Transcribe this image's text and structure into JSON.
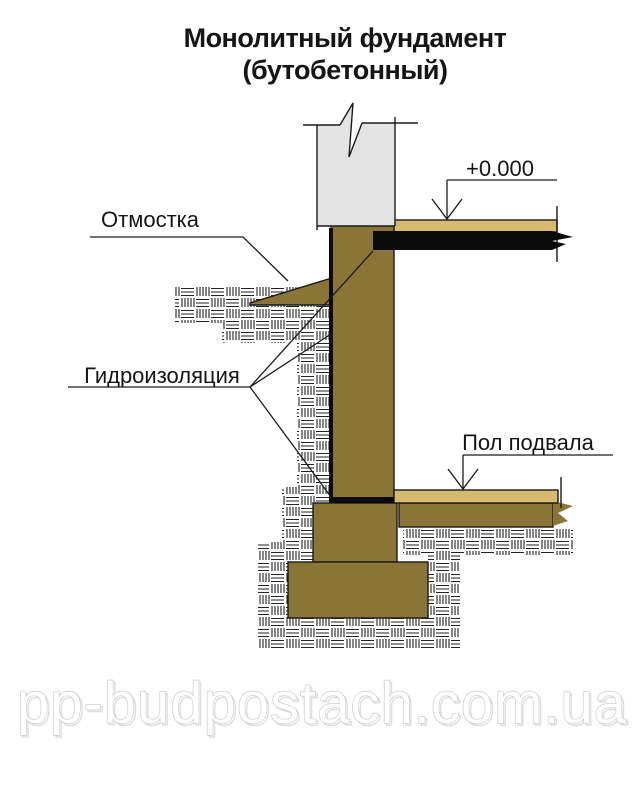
{
  "title": {
    "line1": "Монолитный фундамент",
    "line2": "(бутобетонный)"
  },
  "callouts": {
    "blind_area": "Отмостка",
    "waterproofing": "Гидроизоляция",
    "zero_level": "+0.000",
    "basement_floor": "Пол подвала"
  },
  "watermark": "pp-budpostach.com.ua",
  "colors": {
    "foundation_masonry": "#8B7536",
    "floor_finish_tan": "#D5BA6F",
    "wall_concrete_gray": "#E3E3E3",
    "waterproofing_black": "#0B0B0B",
    "hatch_line": "#222222",
    "watermark_stroke": "#CCCCCC"
  }
}
